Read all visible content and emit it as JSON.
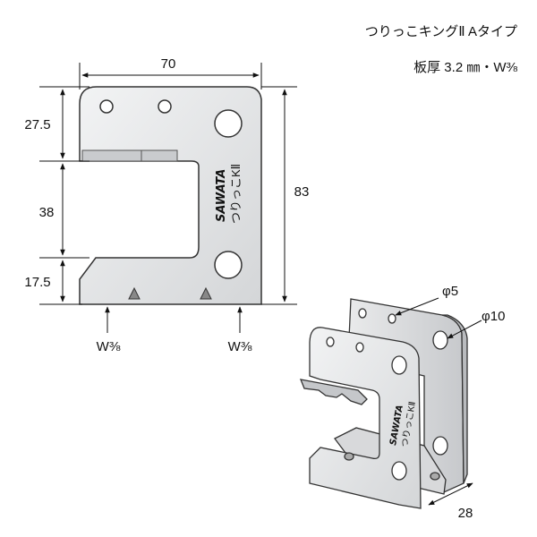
{
  "header": {
    "product_name": "つりっこキングⅡ Aタイプ",
    "spec": "板厚 3.2 ㎜・W⅜"
  },
  "dimensions": {
    "width": "70",
    "top_section": "27.5",
    "middle_gap": "38",
    "bottom_section": "17.5",
    "total_height": "83",
    "depth": "28"
  },
  "holes": {
    "small": "φ5",
    "large": "φ10"
  },
  "threads": {
    "left": "W⅜",
    "right": "W⅜"
  },
  "marking": {
    "brand": "SAWATA",
    "model": "つりっこKⅡ"
  },
  "colors": {
    "metal": "#e3e4e6",
    "metal_dark": "#b9bbbe",
    "line": "#222222"
  }
}
